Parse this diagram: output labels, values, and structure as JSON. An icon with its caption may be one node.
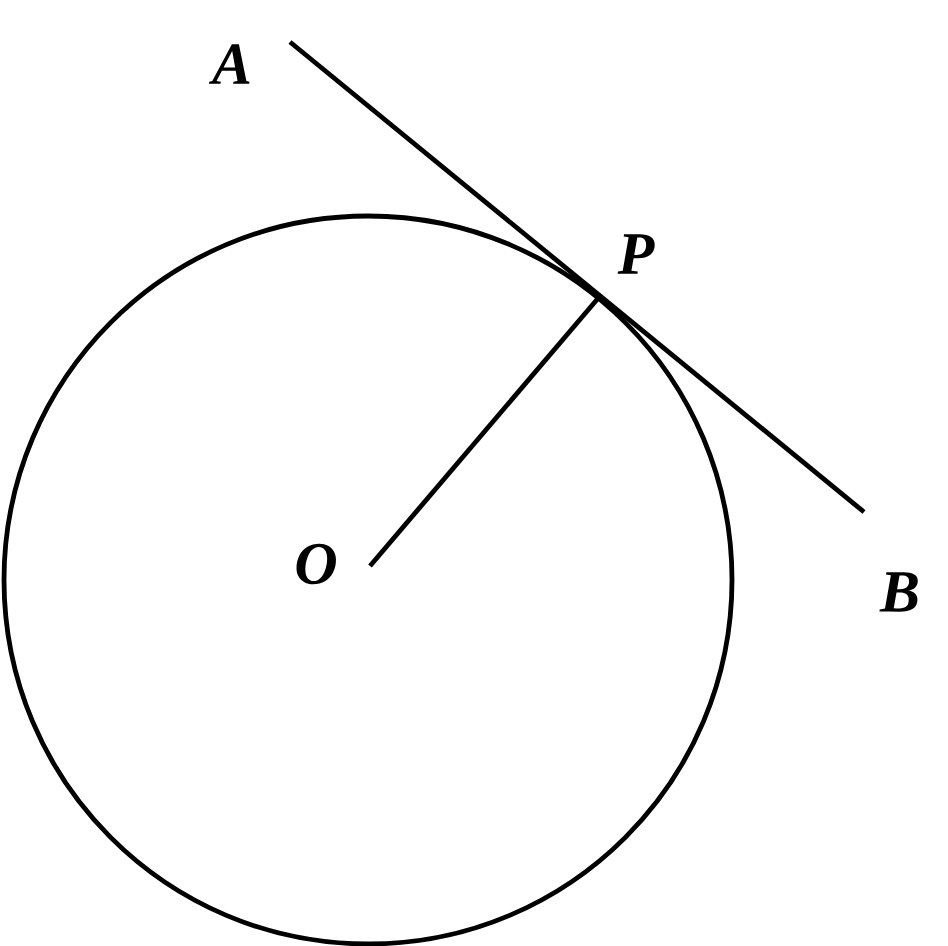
{
  "diagram": {
    "nodes": [
      {
        "text": [
          "A"
        ]
      },
      {
        "text": [
          "P"
        ]
      },
      {
        "text": [
          "B"
        ]
      },
      {
        "text": [
          "O"
        ]
      }
    ],
    "edges": [
      {
        "from": 0,
        "to": 2,
        "arrow": "none"
      },
      {
        "from": 3,
        "to": 1,
        "arrow": "none"
      }
    ]
  }
}
